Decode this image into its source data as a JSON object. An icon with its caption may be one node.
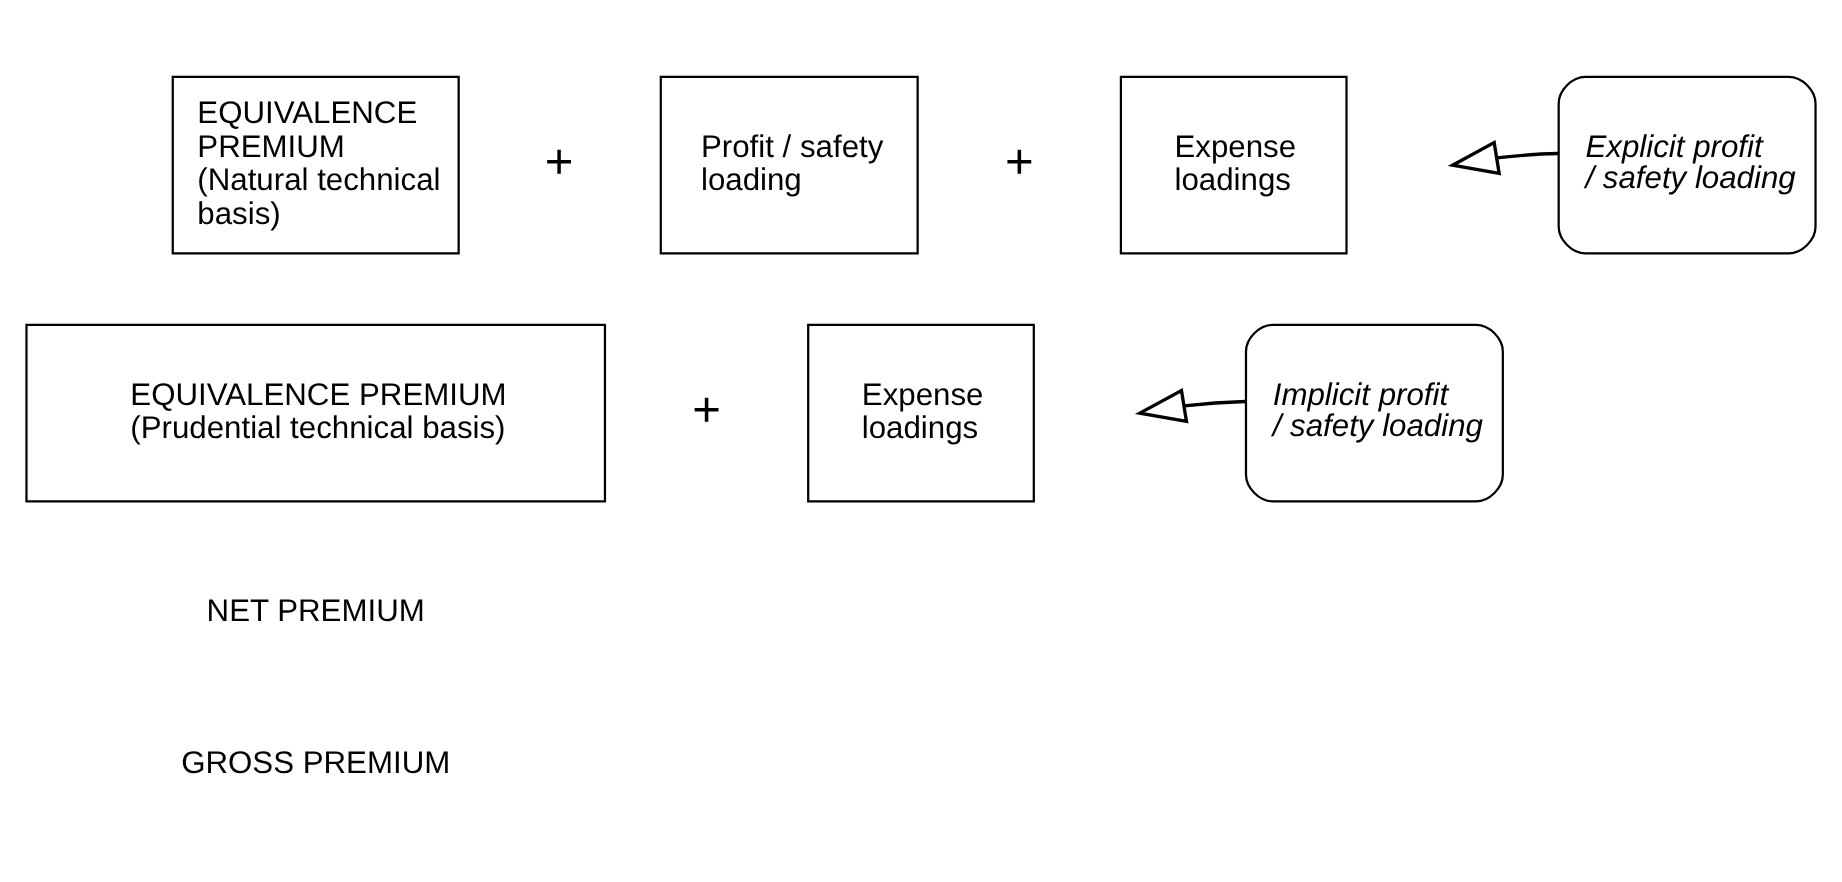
{
  "diagram": {
    "nodes": [
      {
        "text": [
          "EQUIVALENCE PREMIUM",
          "(Natural technical basis)"
        ]
      },
      {
        "text": [
          "Profit / safety loading"
        ]
      },
      {
        "text": [
          "Expense loadings"
        ]
      },
      {
        "text": [
          "Explicit profit / safety loading"
        ]
      },
      {
        "text": [
          "EQUIVALENCE PREMIUM",
          "(Prudential technical basis)"
        ]
      },
      {
        "text": [
          "Expense loadings"
        ]
      },
      {
        "text": [
          "Implicit profit / safety loading"
        ]
      }
    ],
    "edges": [
      {
        "from": 3,
        "to": null,
        "arrow": "to"
      },
      {
        "from": 6,
        "to": null,
        "arrow": "to"
      }
    ],
    "labels": [
      "+",
      "+",
      "+",
      "NET PREMIUM",
      "GROSS PREMIUM"
    ]
  }
}
